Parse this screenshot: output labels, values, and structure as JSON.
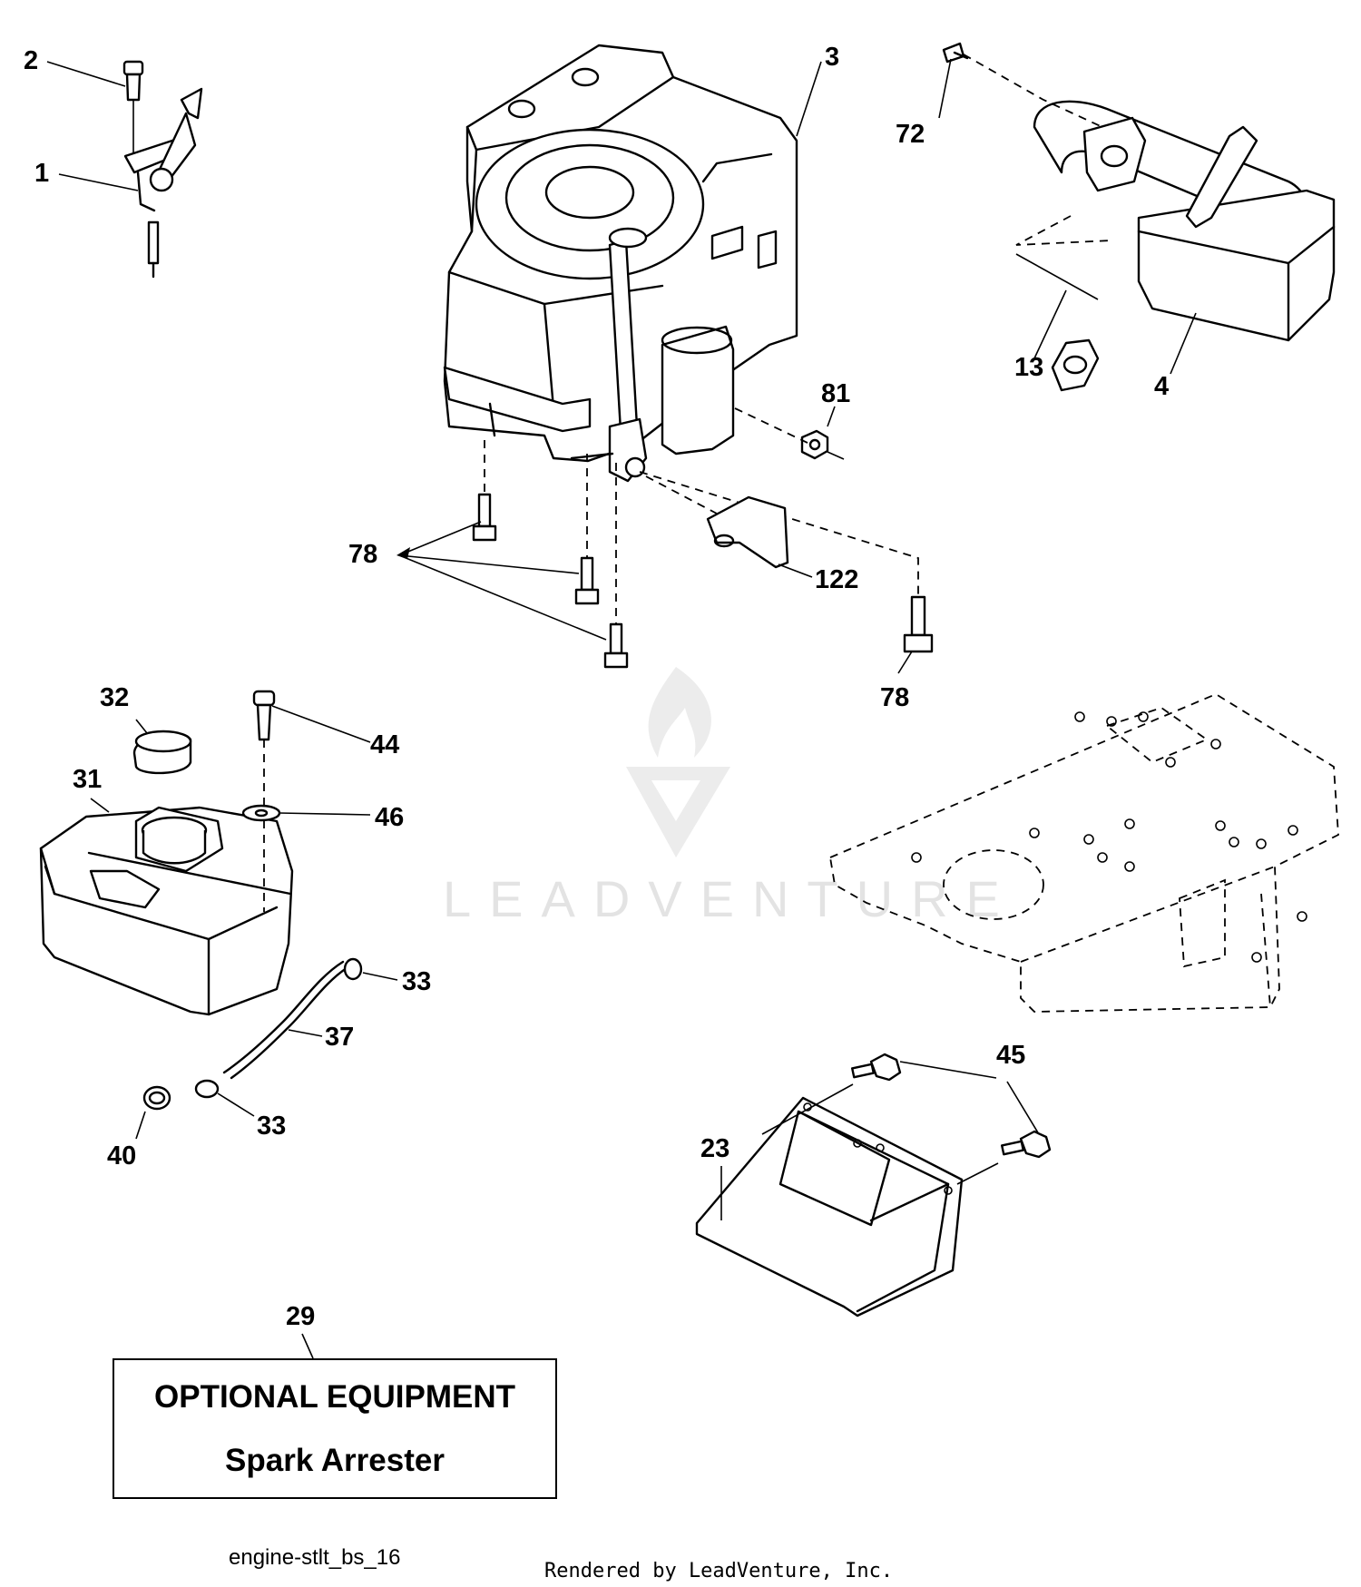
{
  "callouts": {
    "c1": "1",
    "c2": "2",
    "c3": "3",
    "c4": "4",
    "c13": "13",
    "c72": "72",
    "c81": "81",
    "c78a": "78",
    "c78b": "78",
    "c122": "122",
    "c32": "32",
    "c31": "31",
    "c44": "44",
    "c46": "46",
    "c33a": "33",
    "c33b": "33",
    "c37": "37",
    "c40": "40",
    "c45": "45",
    "c23": "23",
    "c29": "29"
  },
  "optional_box": {
    "title": "OPTIONAL EQUIPMENT",
    "subtitle": "Spark Arrester"
  },
  "footer": {
    "diagram_id": "engine-stlt_bs_16",
    "rendered_by": "Rendered by LeadVenture, Inc."
  },
  "watermark": {
    "text": "LEADVENTURE"
  }
}
